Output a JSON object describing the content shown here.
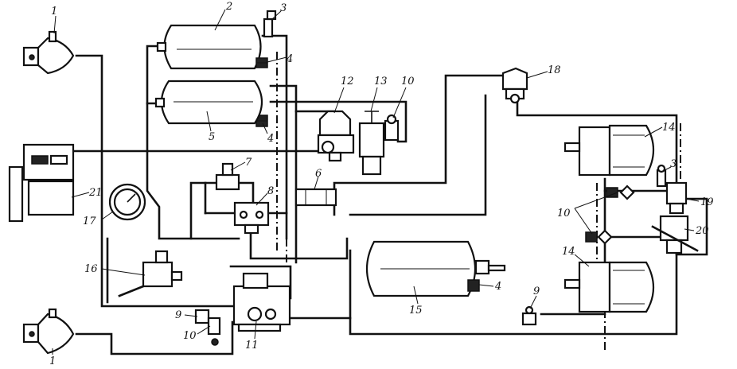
{
  "callouts": [
    {
      "id": "c1a",
      "text": "1"
    },
    {
      "id": "c2",
      "text": "2"
    },
    {
      "id": "c3a",
      "text": "3"
    },
    {
      "id": "c4a",
      "text": "4"
    },
    {
      "id": "c4b",
      "text": "4"
    },
    {
      "id": "c5",
      "text": "5"
    },
    {
      "id": "c12",
      "text": "12"
    },
    {
      "id": "c13",
      "text": "13"
    },
    {
      "id": "c10a",
      "text": "10"
    },
    {
      "id": "c18",
      "text": "18"
    },
    {
      "id": "c14a",
      "text": "14"
    },
    {
      "id": "c3b",
      "text": "3"
    },
    {
      "id": "c19",
      "text": "19"
    },
    {
      "id": "c10b",
      "text": "10"
    },
    {
      "id": "c20",
      "text": "20"
    },
    {
      "id": "c14b",
      "text": "14"
    },
    {
      "id": "c7",
      "text": "7"
    },
    {
      "id": "c6",
      "text": "6"
    },
    {
      "id": "c8",
      "text": "8"
    },
    {
      "id": "c21",
      "text": "21"
    },
    {
      "id": "c17",
      "text": "17"
    },
    {
      "id": "c16",
      "text": "16"
    },
    {
      "id": "c15",
      "text": "15"
    },
    {
      "id": "c4c",
      "text": "4"
    },
    {
      "id": "c9a",
      "text": "9"
    },
    {
      "id": "c9b",
      "text": "9"
    },
    {
      "id": "c10c",
      "text": "10"
    },
    {
      "id": "c11",
      "text": "11"
    },
    {
      "id": "c1b",
      "text": "1"
    }
  ]
}
